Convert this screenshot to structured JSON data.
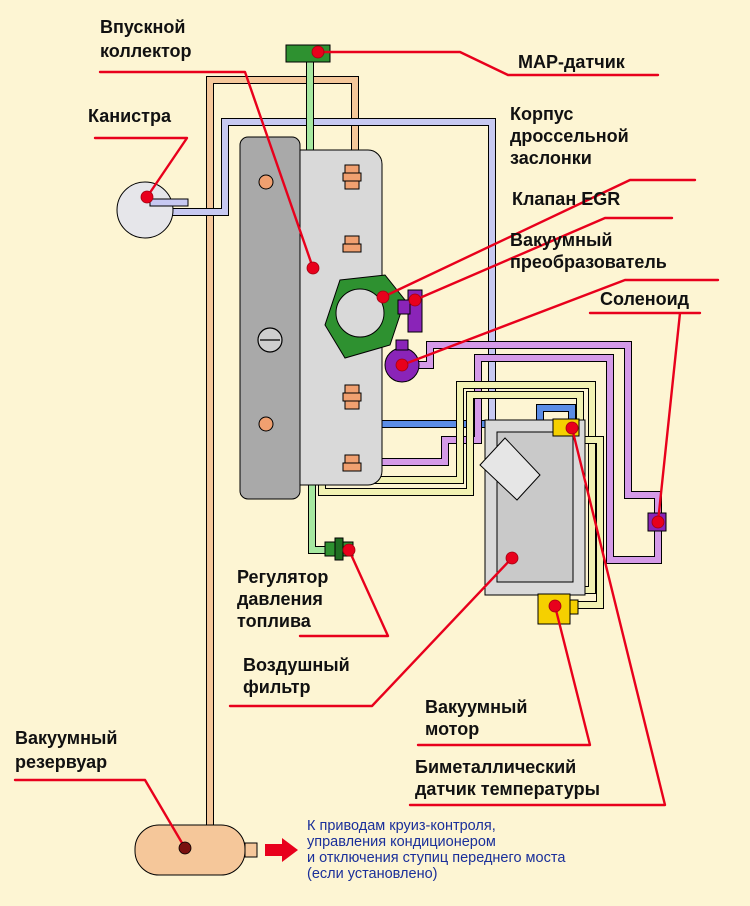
{
  "labels": {
    "intake_manifold": [
      "Впускной",
      "коллектор"
    ],
    "map_sensor": [
      "MAP-датчик"
    ],
    "canister": [
      "Канистра"
    ],
    "throttle_body": [
      "Корпус",
      "дроссельной",
      "заслонки"
    ],
    "egr_valve": [
      "Клапан EGR"
    ],
    "vacuum_transducer": [
      "Вакуумный",
      "преобразователь"
    ],
    "solenoid": [
      "Соленоид"
    ],
    "fuel_pressure_regulator": [
      "Регулятор",
      "давления",
      "топлива"
    ],
    "air_filter": [
      "Воздушный",
      "фильтр"
    ],
    "vacuum_motor": [
      "Вакуумный",
      "мотор"
    ],
    "bimetal_sensor": [
      "Биметаллический",
      "датчик температуры"
    ],
    "vacuum_reservoir": [
      "Вакуумный",
      "резервуар"
    ]
  },
  "note": [
    "К приводам круиз-контроля,",
    "управления кондиционером",
    "и отключения ступиц переднего моста",
    "(если установлено)"
  ],
  "colors": {
    "background": "#fdf5d3",
    "leader_red": "#e8001c",
    "note_blue": "#1a2f9a",
    "hose_orange": "#f5c79a",
    "hose_lavender": "#c7c9f2",
    "hose_blue": "#5b8de6",
    "hose_green": "#a6e8a0",
    "hose_purple": "#d49ae8",
    "hose_yellow": "#f2f2b3",
    "manifold_gray": "#a9a9a9",
    "plate_gray": "#d9d9d9",
    "throttle_green": "#2e9130",
    "transducer_purple": "#8a24b8",
    "sensor_yellow": "#f5d000"
  }
}
